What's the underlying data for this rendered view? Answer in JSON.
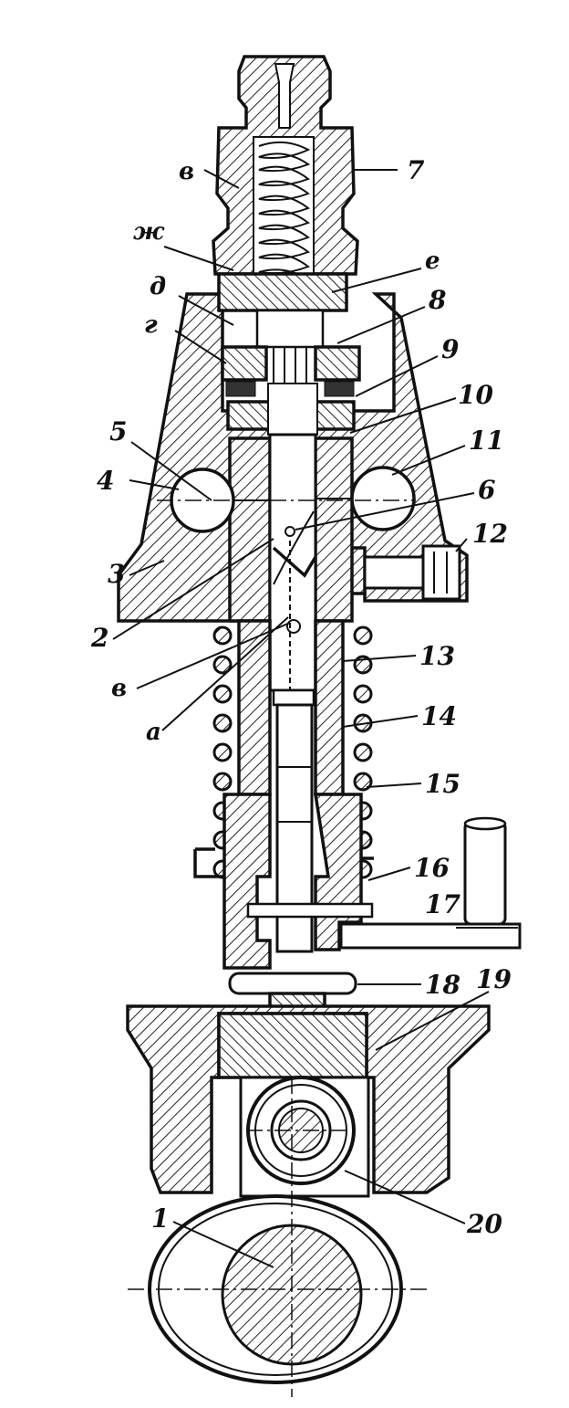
{
  "diagram": {
    "callouts": {
      "c1": "1",
      "c2": "2",
      "c3": "3",
      "c4": "4",
      "c5": "5",
      "c6": "6",
      "c7": "7",
      "c8": "8",
      "c9": "9",
      "c10": "10",
      "c11": "11",
      "c12": "12",
      "c13": "13",
      "c14": "14",
      "c15": "15",
      "c16": "16",
      "c17": "17",
      "c18": "18",
      "c19": "19",
      "c20": "20",
      "v_top": "в",
      "zh": "ж",
      "d": "д",
      "g": "г",
      "e": "е",
      "v_bottom": "в",
      "a": "а"
    }
  }
}
